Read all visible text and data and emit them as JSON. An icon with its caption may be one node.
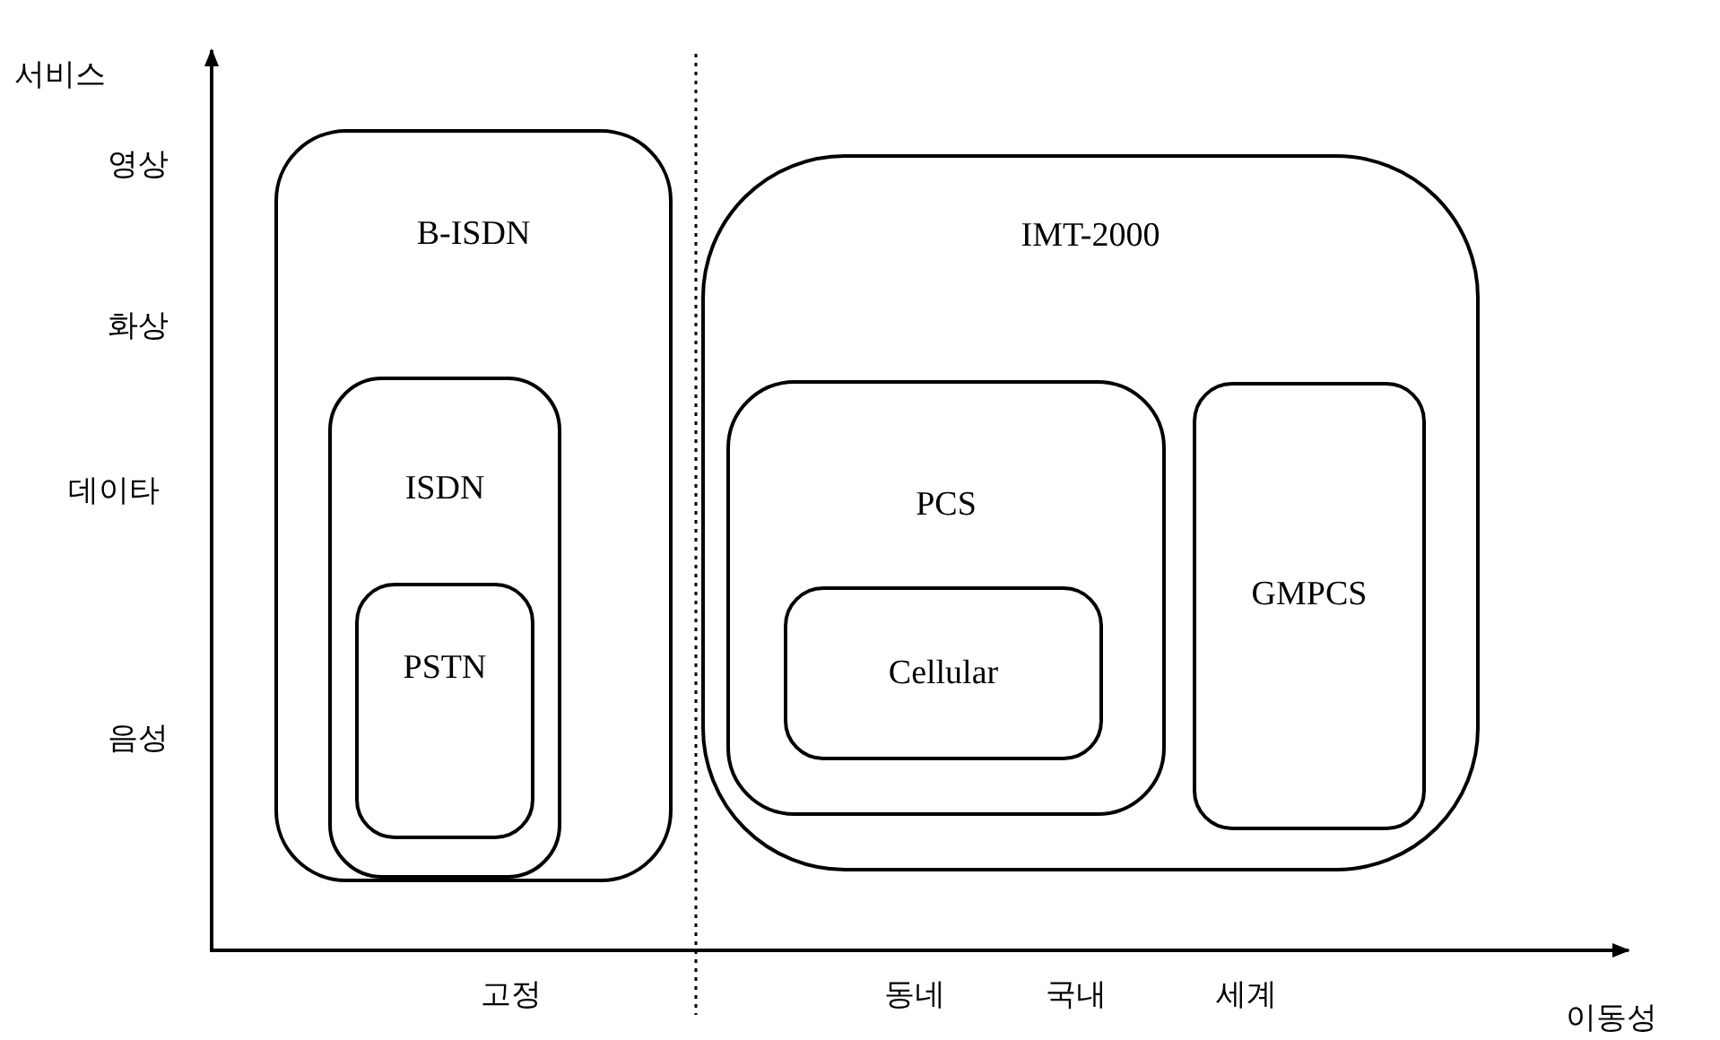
{
  "diagram": {
    "nodes": [
      {
        "text": [
          "B-ISDN"
        ]
      },
      {
        "text": [
          "ISDN"
        ],
        "in": 0
      },
      {
        "text": [
          "PSTN"
        ],
        "in": 1
      },
      {
        "text": [
          "IMT-2000"
        ]
      },
      {
        "text": [
          "PCS"
        ],
        "in": 3
      },
      {
        "text": [
          "Cellular"
        ],
        "in": 4
      },
      {
        "text": [
          "GMPCS"
        ],
        "in": 3
      }
    ],
    "labels": [
      "서비스",
      "영상",
      "화상",
      "데이타",
      "음성",
      "고정",
      "동네",
      "국내",
      "세계",
      "이동성"
    ]
  }
}
